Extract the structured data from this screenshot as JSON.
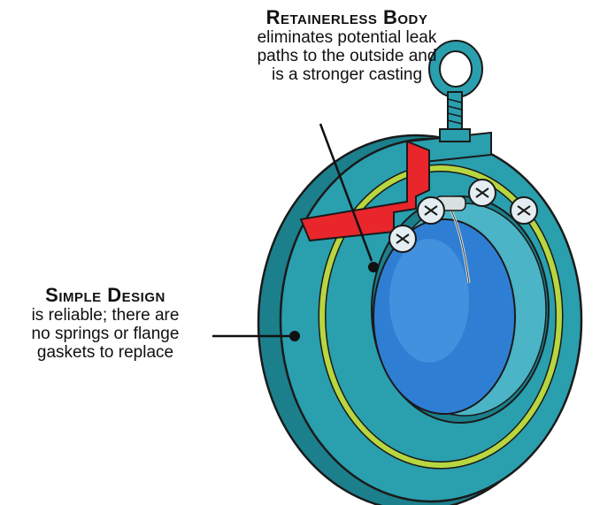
{
  "callouts": {
    "retainerless": {
      "title": "Retainerless Body",
      "lines": [
        "eliminates potential leak",
        "paths to the outside and",
        "is a stronger casting"
      ]
    },
    "simple": {
      "title": "Simple Design",
      "lines": [
        "is reliable; there are",
        "no springs or flange",
        "gaskets to replace"
      ]
    }
  },
  "colors": {
    "body": "#2a9fae",
    "body_dark": "#1c7f8c",
    "gasket": "#b7d640",
    "cutaway": "#e8262b",
    "disc": "#2e7fd3",
    "disc_light": "#5aa8ea",
    "bolt": "#e4eef2",
    "outline": "#1a1a1a"
  },
  "icons": [
    "eye-bolt-icon",
    "screw-icon"
  ]
}
